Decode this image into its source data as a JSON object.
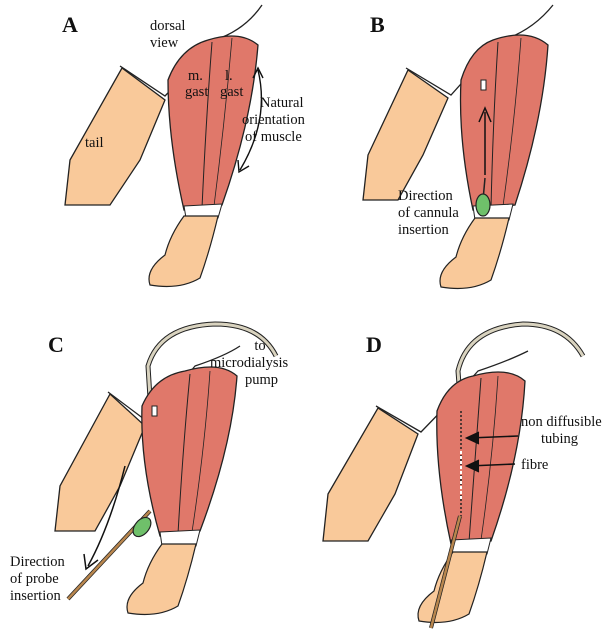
{
  "panels": [
    {
      "label": "A",
      "texts": {
        "dorsal": "dorsal",
        "view": "view",
        "m": "m.",
        "mgast": "gast",
        "l": "l.",
        "lgast": "gast",
        "natural": "Natural",
        "orientation": "orientation",
        "ofmuscle": "of muscle",
        "tail": "tail"
      }
    },
    {
      "label": "B",
      "texts": {
        "direction": "Direction",
        "ofcannula": "of cannula",
        "insertion": "insertion"
      }
    },
    {
      "label": "C",
      "texts": {
        "to": "to",
        "microdialysis": "microdialysis",
        "pump": "pump",
        "direction": "Direction",
        "ofprobe": "of probe",
        "insertion": "insertion"
      }
    },
    {
      "label": "D",
      "texts": {
        "nondiffusible": "non diffusible",
        "tubing": "tubing",
        "fibre": "fibre"
      }
    }
  ],
  "colors": {
    "muscle": "#e0786a",
    "skin": "#f9c99a",
    "tubing": "#d9d3bf",
    "cannula": "#6fc06a",
    "probe": "#b8864e",
    "outline": "#222222"
  }
}
